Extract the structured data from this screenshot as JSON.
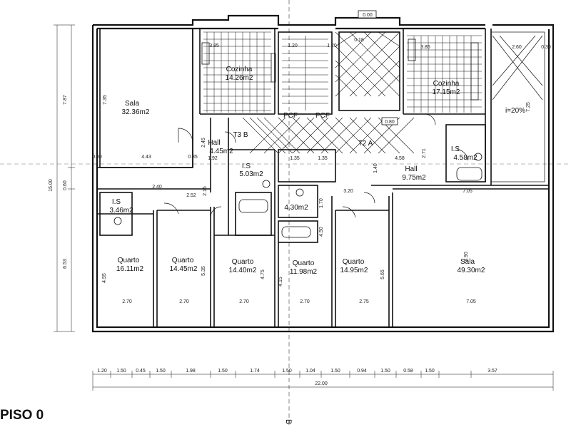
{
  "sheet_title": "PISO 0",
  "section_mark": "B",
  "level_mark": "0.00",
  "stair_mark": "0.18",
  "landing_mark": "0.80",
  "ramp_mark": "i=20%",
  "rooms": [
    {
      "name": "Sala",
      "area": "32.36m2"
    },
    {
      "name": "Cozinha",
      "area": "14.26m2"
    },
    {
      "name": "Cozinha",
      "area": "17.15m2"
    },
    {
      "name": "Hall",
      "area": "4.45m2"
    },
    {
      "name": "I.S",
      "area": "5.03m2"
    },
    {
      "name": "",
      "area": "4.30m2"
    },
    {
      "name": "I.S",
      "area": "4.58m2"
    },
    {
      "name": "Hall",
      "area": "9.75m2"
    },
    {
      "name": "I.S",
      "area": "3.46m2"
    },
    {
      "name": "Quarto",
      "area": "16.11m2"
    },
    {
      "name": "Quarto",
      "area": "14.45m2"
    },
    {
      "name": "Quarto",
      "area": "14.40m2"
    },
    {
      "name": "Quarto",
      "area": "11.98m2"
    },
    {
      "name": "Quarto",
      "area": "14.95m2"
    },
    {
      "name": "Sala",
      "area": "49.30m2"
    }
  ],
  "tags": [
    "T3 B",
    "T2 A",
    "PCF",
    "PCF"
  ],
  "bottom_dims": [
    "1.20",
    "1.50",
    "0.45",
    "1.50",
    "1.98",
    "1.50",
    "1.74",
    "1.50",
    "1.04",
    "1.50",
    "0.94",
    "1.50",
    "0.58",
    "1.50",
    "3.57"
  ],
  "total_dim": "22.00",
  "left_dims": [
    "7.87",
    "0.60",
    "6.53"
  ],
  "left_total": "15.00",
  "inner_dims": [
    "2.70",
    "2.70",
    "2.70",
    "2.70",
    "2.75",
    "7.05",
    "4.43",
    "7.05",
    "4.58",
    "3.20",
    "2.40",
    "2.52",
    "2.15",
    "3.85",
    "1.20",
    "1.20",
    "3.85",
    "2.60",
    "0.30",
    "7.35",
    "7.25",
    "4.55",
    "5.35",
    "4.75",
    "4.15",
    "4.50",
    "5.65",
    "3.90",
    "2.45",
    "1.92",
    "1.35",
    "1.35",
    "1.40",
    "2.71",
    "1.70",
    "0.85",
    "0.30"
  ]
}
